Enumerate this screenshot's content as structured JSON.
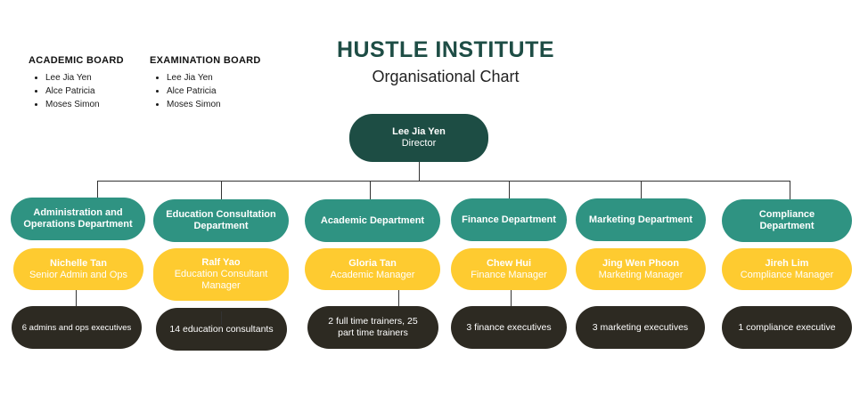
{
  "header": {
    "title": "HUSTLE INSTITUTE",
    "subtitle": "Organisational Chart"
  },
  "boards": [
    {
      "title": "ACADEMIC BOARD",
      "members": [
        "Lee Jia Yen",
        "Alce Patricia",
        "Moses Simon"
      ]
    },
    {
      "title": "EXAMINATION BOARD",
      "members": [
        "Lee Jia Yen",
        "Alce Patricia",
        "Moses Simon"
      ]
    }
  ],
  "director": {
    "name": "Lee Jia Yen",
    "role": "Director"
  },
  "departments": [
    {
      "name": "Administration and Operations Department",
      "manager": "Nichelle Tan",
      "manager_role": "Senior Admin and Ops",
      "team": "6 admins and ops executives"
    },
    {
      "name": "Education Consultation Department",
      "manager": "Ralf Yao",
      "manager_role": "Education Consultant Manager",
      "team": "14 education consultants"
    },
    {
      "name": "Academic Department",
      "manager": "Gloria Tan",
      "manager_role": "Academic Manager",
      "team": "2 full time trainers, 25 part time trainers"
    },
    {
      "name": "Finance Department",
      "manager": "Chew Hui",
      "manager_role": "Finance Manager",
      "team": "3 finance executives"
    },
    {
      "name": "Marketing Department",
      "manager": "Jing Wen Phoon",
      "manager_role": "Marketing Manager",
      "team": "3 marketing executives"
    },
    {
      "name": "Compliance Department",
      "manager": "Jireh Lim",
      "manager_role": "Compliance Manager",
      "team": "1 compliance executive"
    }
  ],
  "colors": {
    "director": "#1d4d44",
    "department": "#2f9382",
    "manager": "#fecb30",
    "team": "#2d2a22"
  }
}
